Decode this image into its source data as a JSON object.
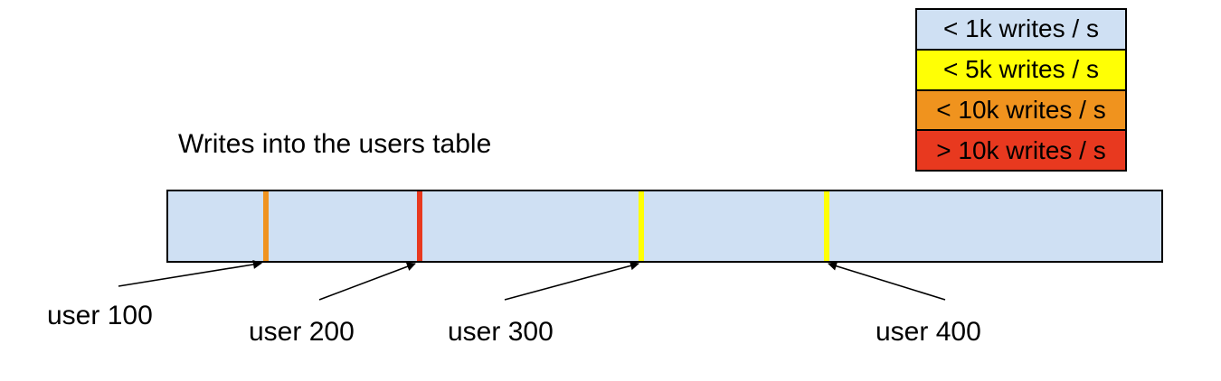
{
  "title": "Writes into the users table",
  "legend": {
    "items": [
      {
        "label": "< 1k writes / s",
        "color": "#cfe0f3"
      },
      {
        "label": "< 5k writes / s",
        "color": "#ffff05"
      },
      {
        "label": "< 10k writes / s",
        "color": "#f0931e"
      },
      {
        "label": "> 10k writes / s",
        "color": "#e8391f"
      }
    ]
  },
  "bar": {
    "fill": "#cfe0f3",
    "border": "#000000"
  },
  "marks": [
    {
      "label": "user 100",
      "color": "#f0931e",
      "rate": "< 10k writes / s"
    },
    {
      "label": "user 200",
      "color": "#e8391f",
      "rate": "> 10k writes / s"
    },
    {
      "label": "user 300",
      "color": "#ffff05",
      "rate": "< 5k writes / s"
    },
    {
      "label": "user 400",
      "color": "#ffff05",
      "rate": "< 5k writes / s"
    }
  ]
}
